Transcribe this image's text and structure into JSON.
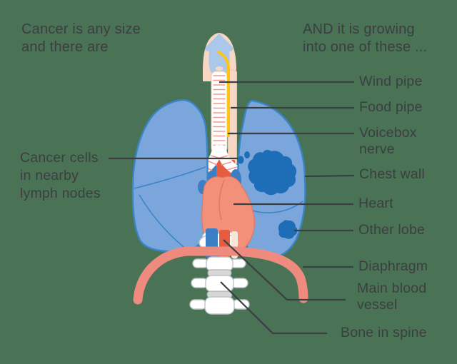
{
  "captions": {
    "left": [
      "Cancer is any size",
      "and there are"
    ],
    "right": [
      "AND it is growing",
      "into one of these ..."
    ]
  },
  "labels": {
    "cancer_cells": [
      "Cancer cells",
      "in nearby",
      "lymph nodes"
    ],
    "wind_pipe": "Wind pipe",
    "food_pipe": "Food pipe",
    "voicebox_nerve": "Voicebox nerve",
    "chest_wall": "Chest wall",
    "heart": "Heart",
    "other_lobe": "Other lobe",
    "diaphragm": "Diaphragm",
    "main_blood_vessel": "Main blood vessel",
    "bone_in_spine": "Bone in spine"
  },
  "colors": {
    "background": "#497354",
    "text": "#3b3e42",
    "pointer_line": "#3b3e42",
    "lung_fill": "#7ba6db",
    "lung_outline": "#3a85ca",
    "tumor": "#1d6eb7",
    "heart": "#f2907a",
    "heart_outline": "#e5755b",
    "artery_red": "#e65c40",
    "vein_blue": "#3c7ec4",
    "diaphragm": "#ef8b7e",
    "trachea_ring": "#ef9b8d",
    "larynx_cartilage": "#abc7e9",
    "throat_peach": "#f5d7c4",
    "nerve_yellow": "#fdc513",
    "bone_white": "#ffffff",
    "bone_outline": "#bfc4c6",
    "disc_gray": "#d7d7d5",
    "disc_outline": "#9fa4a6",
    "esophagus_pale": "#f7e7d9"
  }
}
